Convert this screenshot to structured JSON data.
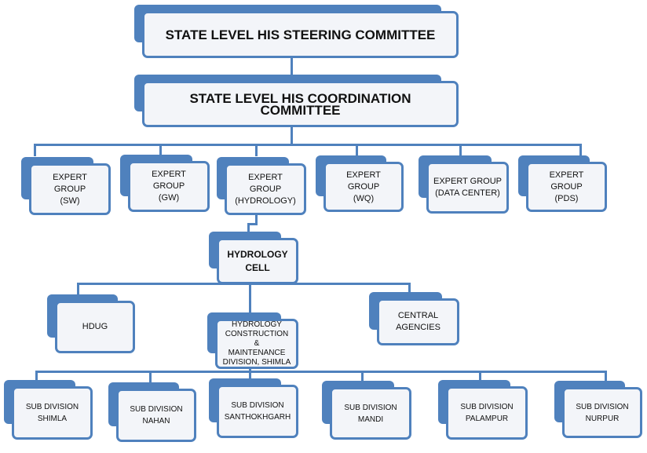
{
  "colors": {
    "accent": "#4f81bd"
  },
  "top": {
    "steering": "STATE LEVEL HIS STEERING COMMITTEE",
    "coordination": "STATE LEVEL HIS COORDINATION COMMITTEE"
  },
  "expert_groups": [
    "EXPERT GROUP\n(SW)",
    "EXPERT GROUP\n(GW)",
    "EXPERT GROUP\n(HYDROLOGY)",
    "EXPERT GROUP\n(WQ)",
    "EXPERT GROUP\n(DATA CENTER)",
    "EXPERT GROUP\n(PDS)"
  ],
  "hydrology_cell": "HYDROLOGY\nCELL",
  "cell_children": {
    "hdug": "HDUG",
    "division": "HYDROLOGY\nCONSTRUCTION &\nMAINTENANCE\nDIVISION, SHIMLA",
    "central": "CENTRAL\nAGENCIES"
  },
  "sub_divisions": [
    "SUB DIVISION\nSHIMLA",
    "SUB DIVISION\nNAHAN",
    "SUB DIVISION\nSANTHOKHGARH",
    "SUB DIVISION\nMANDI",
    "SUB DIVISION\nPALAMPUR",
    "SUB DIVISION\nNURPUR"
  ]
}
